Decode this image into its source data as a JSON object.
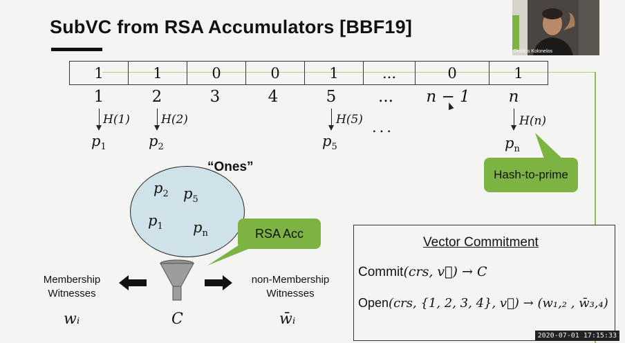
{
  "slide": {
    "title": "SubVC from RSA Accumulators [BBF19]",
    "vector_bits": [
      "1",
      "1",
      "0",
      "0",
      "1",
      "...",
      "0",
      "1"
    ],
    "indices": [
      "1",
      "2",
      "3",
      "4",
      "5",
      "...",
      "n − 1",
      "n"
    ],
    "hash_labels": [
      "H(1)",
      "H(2)",
      "H(5)",
      "H(n)"
    ],
    "primes": [
      {
        "base": "p",
        "sub": "1"
      },
      {
        "base": "p",
        "sub": "2"
      },
      {
        "base": "p",
        "sub": "5"
      },
      {
        "base": "p",
        "sub": "n"
      }
    ],
    "mid_dots": "...",
    "ones_label": "“Ones”",
    "circle_primes": [
      {
        "base": "p",
        "sub": "2"
      },
      {
        "base": "p",
        "sub": "5"
      },
      {
        "base": "p",
        "sub": "1"
      },
      {
        "base": "p",
        "sub": "n"
      }
    ],
    "hash_to_prime": "Hash-to-prime",
    "rsa_acc": "RSA Acc",
    "membership_label_1": "Membership",
    "membership_label_2": "Witnesses",
    "nonmembership_label_1": "non-Membership",
    "nonmembership_label_2": "Witnesses",
    "w_i": "wᵢ",
    "C": "C",
    "w_bar_i": "w̄ᵢ",
    "vc": {
      "title": "Vector Commitment",
      "commit_name": "Commit",
      "commit_math": "(crs, v⃗) → C",
      "open_name": "Open",
      "open_math": "(crs, {1, 2, 3, 4}, v⃗) → (w₁,₂ , w̄₃,₄)"
    }
  },
  "webcam": {
    "caption": "Dimitris Kolonelos"
  },
  "timestamp": "2020-07-01  17:15:33",
  "colors": {
    "accent_green": "#7cb342",
    "circle_fill": "#cfe1e9"
  }
}
